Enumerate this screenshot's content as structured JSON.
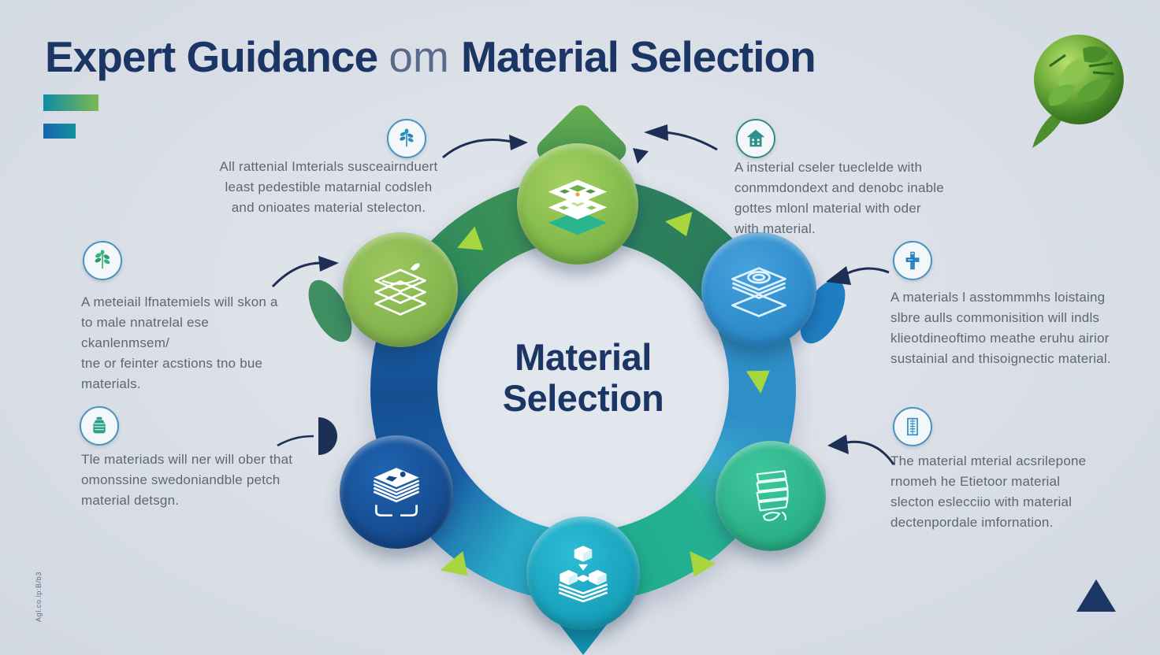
{
  "header": {
    "title_bold_1": "Expert Guidance",
    "title_light": "om",
    "title_bold_2": "Material Selection"
  },
  "center": {
    "line1": "Material",
    "line2": "Selection"
  },
  "callouts": [
    {
      "position": "top-left",
      "icon": "sapling-icon",
      "lines": [
        "All rattenial Imterials susceairnduert",
        "least pedestible matarnial codsleh",
        "and onioates material stelecton."
      ]
    },
    {
      "position": "top-right",
      "icon": "eco-house-icon",
      "lines": [
        "A insterial cseler tueclelde with",
        "conmmdondext and denobc inable",
        "gottes mlonl material with oder",
        "with material."
      ]
    },
    {
      "position": "middle-left",
      "icon": "leaf-branch-icon",
      "lines": [
        "A meteiail lfnatemiels will skon a",
        "to male nnatrelal ese ckanlenmsem/",
        "tne or feinter acstions tno bue",
        "materials."
      ]
    },
    {
      "position": "middle-right",
      "icon": "medical-cross-icon",
      "lines": [
        "A materials l asstommmhs loistaing",
        "slbre aulls commonisition will indls",
        "klieotdineoftimo meathe eruhu airior",
        "sustainial and thisoignectic material."
      ]
    },
    {
      "position": "bottom-left",
      "icon": "jar-icon",
      "lines": [
        "Tle materiads will ner will ober that",
        "omonssine swedoniandble petch",
        "material detsgn."
      ]
    },
    {
      "position": "bottom-right",
      "icon": "building-icon",
      "lines": [
        "The material mterial acsrilepone",
        "rnomeh he Etietoor material",
        "slecton eslecciio with material",
        "dectenpordale imfornation."
      ]
    }
  ],
  "decor": {
    "side_text": "Agl.co.lp:B/b3"
  },
  "colors": {
    "background": "#dbe0e8",
    "title": "#1b3564",
    "body_text": "#5d6774",
    "arrow": "#1e2f55",
    "accent_bar_top": [
      "#0e8ca6",
      "#7cb94e"
    ],
    "accent_bar_bottom": [
      "#1565b0",
      "#14929e"
    ],
    "ring_green": "#2f8a5a",
    "ring_dark_teal": "#2b7d5c",
    "ring_blue": "#2e8fc7",
    "ring_cyan": "#28a9c6",
    "ring_emerald": "#27b093",
    "ring_dark_blue": "#154f92",
    "node_top": "#7db74a",
    "node_upper_left": "#85ba4f",
    "node_upper_right": "#2a8bcd",
    "node_lower_left": "#164f96",
    "node_lower_right": "#2cb890",
    "node_bottom": "#17a3bf",
    "flow_triangle": "#a8d63f"
  }
}
